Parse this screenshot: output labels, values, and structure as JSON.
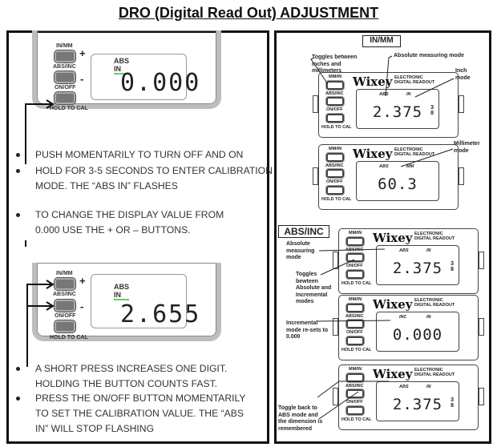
{
  "title": "DRO (Digital Read Out) ADJUSTMENT",
  "left": {
    "device1": {
      "buttons": [
        "IN/MM",
        "ABS/INC",
        "ON/OFF",
        "HOLD TO CAL"
      ],
      "plus": "+",
      "minus": "-",
      "indicator": "ABS IN",
      "value": "0.000"
    },
    "bullets1": [
      "PUSH MOMENTARILY TO TURN OFF AND ON",
      "HOLD FOR 3-5 SECONDS TO ENTER CALIBRATION",
      "MODE. THE “ABS IN” FLASHES"
    ],
    "bullets2": [
      "TO CHANGE THE DISPLAY VALUE FROM",
      "0.000 USE THE + OR – BUTTONS."
    ],
    "device2": {
      "buttons": [
        "IN/MM",
        "ABS/INC",
        "ON/OFF",
        "HOLD TO CAL"
      ],
      "plus": "+",
      "minus": "-",
      "indicator": "ABS IN",
      "value": "2.655"
    },
    "bullets3": [
      "A SHORT PRESS INCREASES ONE DIGIT.",
      "HOLDING THE BUTTON COUNTS FAST.",
      "PRESS THE ON/OFF BUTTON MOMENTARILY",
      "TO SET THE CALIBRATION VALUE. THE “ABS",
      "IN”  WILL STOP FLASHING"
    ]
  },
  "right": {
    "inmm_label": "IN/MM",
    "abs_inc_label": "ABS/INC",
    "device_common": {
      "buttons": [
        "MM/IN",
        "ABS/INC",
        "ON/OFF",
        "HOLD TO CAL"
      ],
      "brand": "Wixey",
      "sub1": "ELECTRONIC",
      "sub2": "DIGITAL READOUT",
      "fraction_top": "3",
      "fraction_bottom": "8"
    },
    "devices": [
      {
        "ind1": "ABS",
        "ind2": "IN",
        "value": "2.375",
        "fraction": true
      },
      {
        "ind1": "ABS",
        "ind2": "MM",
        "value": "60.3",
        "fraction": false
      },
      {
        "ind1": "ABS",
        "ind2": "IN",
        "value": "2.375",
        "fraction": true
      },
      {
        "ind1": "INC",
        "ind2": "IN",
        "value": "0.000",
        "fraction": false
      },
      {
        "ind1": "ABS",
        "ind2": "IN",
        "value": "2.375",
        "fraction": true
      }
    ],
    "annotations": {
      "toggles_units": "Toggles between inches and millimeters",
      "abs_mode": "Absolute measuring mode",
      "inch_mode": "Inch mode",
      "mm_mode": "Millimeter mode",
      "abs_measuring": "Absolute measuring mode",
      "toggles_abs_inc": "Toggles bewteen Absolute and Incremental modes",
      "inc_resets": "Incremental mode re-sets to 0.000",
      "toggle_back": "Toggle back to ABS mode and the dimension is remembered"
    }
  }
}
